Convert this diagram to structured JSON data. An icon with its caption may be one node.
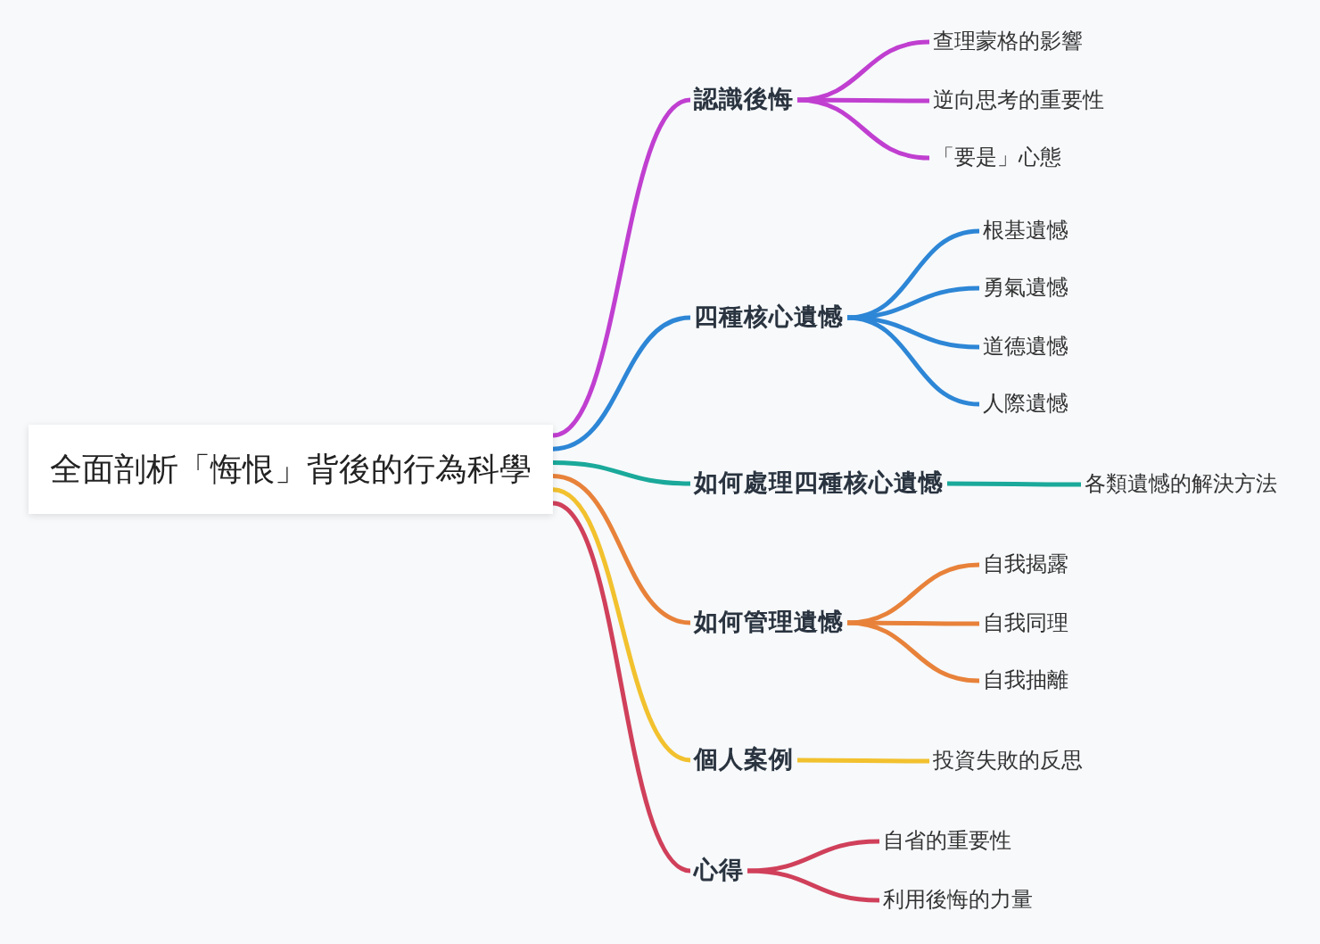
{
  "diagram": {
    "nodes": [
      {
        "text": [
          "全面剖析「悔恨」背後的行為科學"
        ]
      },
      {
        "text": [
          "認識後悔"
        ]
      },
      {
        "text": [
          "查理蒙格的影響"
        ]
      },
      {
        "text": [
          "逆向思考的重要性"
        ]
      },
      {
        "text": [
          "「要是」心態"
        ]
      },
      {
        "text": [
          "四種核心遺憾"
        ]
      },
      {
        "text": [
          "根基遺憾"
        ]
      },
      {
        "text": [
          "勇氣遺憾"
        ]
      },
      {
        "text": [
          "道德遺憾"
        ]
      },
      {
        "text": [
          "人際遺憾"
        ]
      },
      {
        "text": [
          "如何處理四種核心遺憾"
        ]
      },
      {
        "text": [
          "各類遺憾的解決方法"
        ]
      },
      {
        "text": [
          "如何管理遺憾"
        ]
      },
      {
        "text": [
          "自我揭露"
        ]
      },
      {
        "text": [
          "自我同理"
        ]
      },
      {
        "text": [
          "自我抽離"
        ]
      },
      {
        "text": [
          "個人案例"
        ]
      },
      {
        "text": [
          "投資失敗的反思"
        ]
      },
      {
        "text": [
          "心得"
        ]
      },
      {
        "text": [
          "自省的重要性"
        ]
      },
      {
        "text": [
          "利用後悔的力量"
        ]
      }
    ],
    "edges": [
      {
        "from": 0,
        "to": 1,
        "arrow": "none",
        "color": "#c03fd0"
      },
      {
        "from": 1,
        "to": 2,
        "arrow": "none",
        "color": "#c03fd0"
      },
      {
        "from": 1,
        "to": 3,
        "arrow": "none",
        "color": "#c03fd0"
      },
      {
        "from": 1,
        "to": 4,
        "arrow": "none",
        "color": "#c03fd0"
      },
      {
        "from": 0,
        "to": 5,
        "arrow": "none",
        "color": "#2d86d6"
      },
      {
        "from": 5,
        "to": 6,
        "arrow": "none",
        "color": "#2d86d6"
      },
      {
        "from": 5,
        "to": 7,
        "arrow": "none",
        "color": "#2d86d6"
      },
      {
        "from": 5,
        "to": 8,
        "arrow": "none",
        "color": "#2d86d6"
      },
      {
        "from": 5,
        "to": 9,
        "arrow": "none",
        "color": "#2d86d6"
      },
      {
        "from": 0,
        "to": 10,
        "arrow": "none",
        "color": "#1aa99a"
      },
      {
        "from": 10,
        "to": 11,
        "arrow": "none",
        "color": "#1aa99a"
      },
      {
        "from": 0,
        "to": 12,
        "arrow": "none",
        "color": "#e8823a"
      },
      {
        "from": 12,
        "to": 13,
        "arrow": "none",
        "color": "#e8823a"
      },
      {
        "from": 12,
        "to": 14,
        "arrow": "none",
        "color": "#e8823a"
      },
      {
        "from": 12,
        "to": 15,
        "arrow": "none",
        "color": "#e8823a"
      },
      {
        "from": 0,
        "to": 16,
        "arrow": "none",
        "color": "#f2c12e"
      },
      {
        "from": 16,
        "to": 17,
        "arrow": "none",
        "color": "#f2c12e"
      },
      {
        "from": 0,
        "to": 18,
        "arrow": "none",
        "color": "#d0405a"
      },
      {
        "from": 18,
        "to": 19,
        "arrow": "none",
        "color": "#d0405a"
      },
      {
        "from": 18,
        "to": 20,
        "arrow": "none",
        "color": "#d0405a"
      }
    ]
  }
}
